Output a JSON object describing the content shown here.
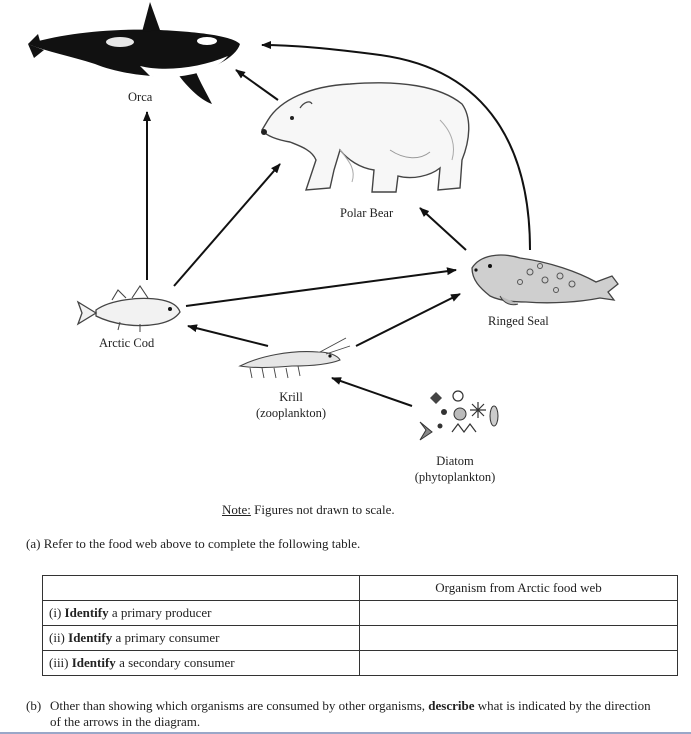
{
  "labels": {
    "orca": "Orca",
    "polar_bear": "Polar Bear",
    "ringed_seal": "Ringed Seal",
    "arctic_cod": "Arctic Cod",
    "krill": "Krill",
    "krill_sub": "(zooplankton)",
    "diatom": "Diatom",
    "diatom_sub": "(phytoplankton)"
  },
  "note": {
    "prefix": "Note:",
    "text": " Figures not drawn to scale."
  },
  "question_a": {
    "num": "(a)",
    "text": "Refer to the food web above to complete the following table."
  },
  "table": {
    "header": [
      "",
      "Organism from Arctic food web"
    ],
    "rows": [
      {
        "num": "(i)",
        "verb": "Identify",
        "rest": " a primary producer",
        "answer": ""
      },
      {
        "num": "(ii)",
        "verb": "Identify",
        "rest": " a primary consumer",
        "answer": ""
      },
      {
        "num": "(iii)",
        "verb": "Identify",
        "rest": " a secondary consumer",
        "answer": ""
      }
    ]
  },
  "question_b": {
    "num": "(b)",
    "pre": "Other than showing which organisms are consumed by other organisms, ",
    "bold": "describe",
    "post": " what is indicated by the direction of the arrows in the diagram."
  }
}
